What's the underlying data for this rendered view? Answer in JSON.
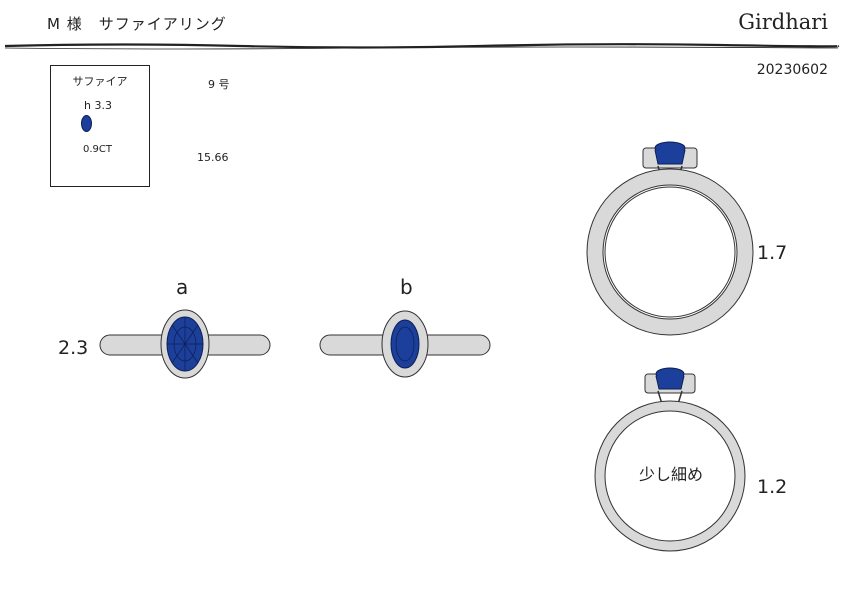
{
  "header": {
    "title": "M 様　サファイアリング",
    "brand": "Girdhari",
    "date": "20230602"
  },
  "spec": {
    "stone_name": "サファイア",
    "height": "h 3.3",
    "carat": "0.9CT",
    "ring_size": "9 号",
    "weight": "15.66"
  },
  "views": {
    "label_a": "a",
    "label_b": "b",
    "band_width": "2.3"
  },
  "ring_upper": {
    "thickness": "1.7"
  },
  "ring_lower": {
    "thickness": "1.2",
    "note": "少し細め"
  },
  "colors": {
    "sapphire": "#1c3f9b",
    "metal": "#d9d9d9",
    "outline": "#333333"
  }
}
